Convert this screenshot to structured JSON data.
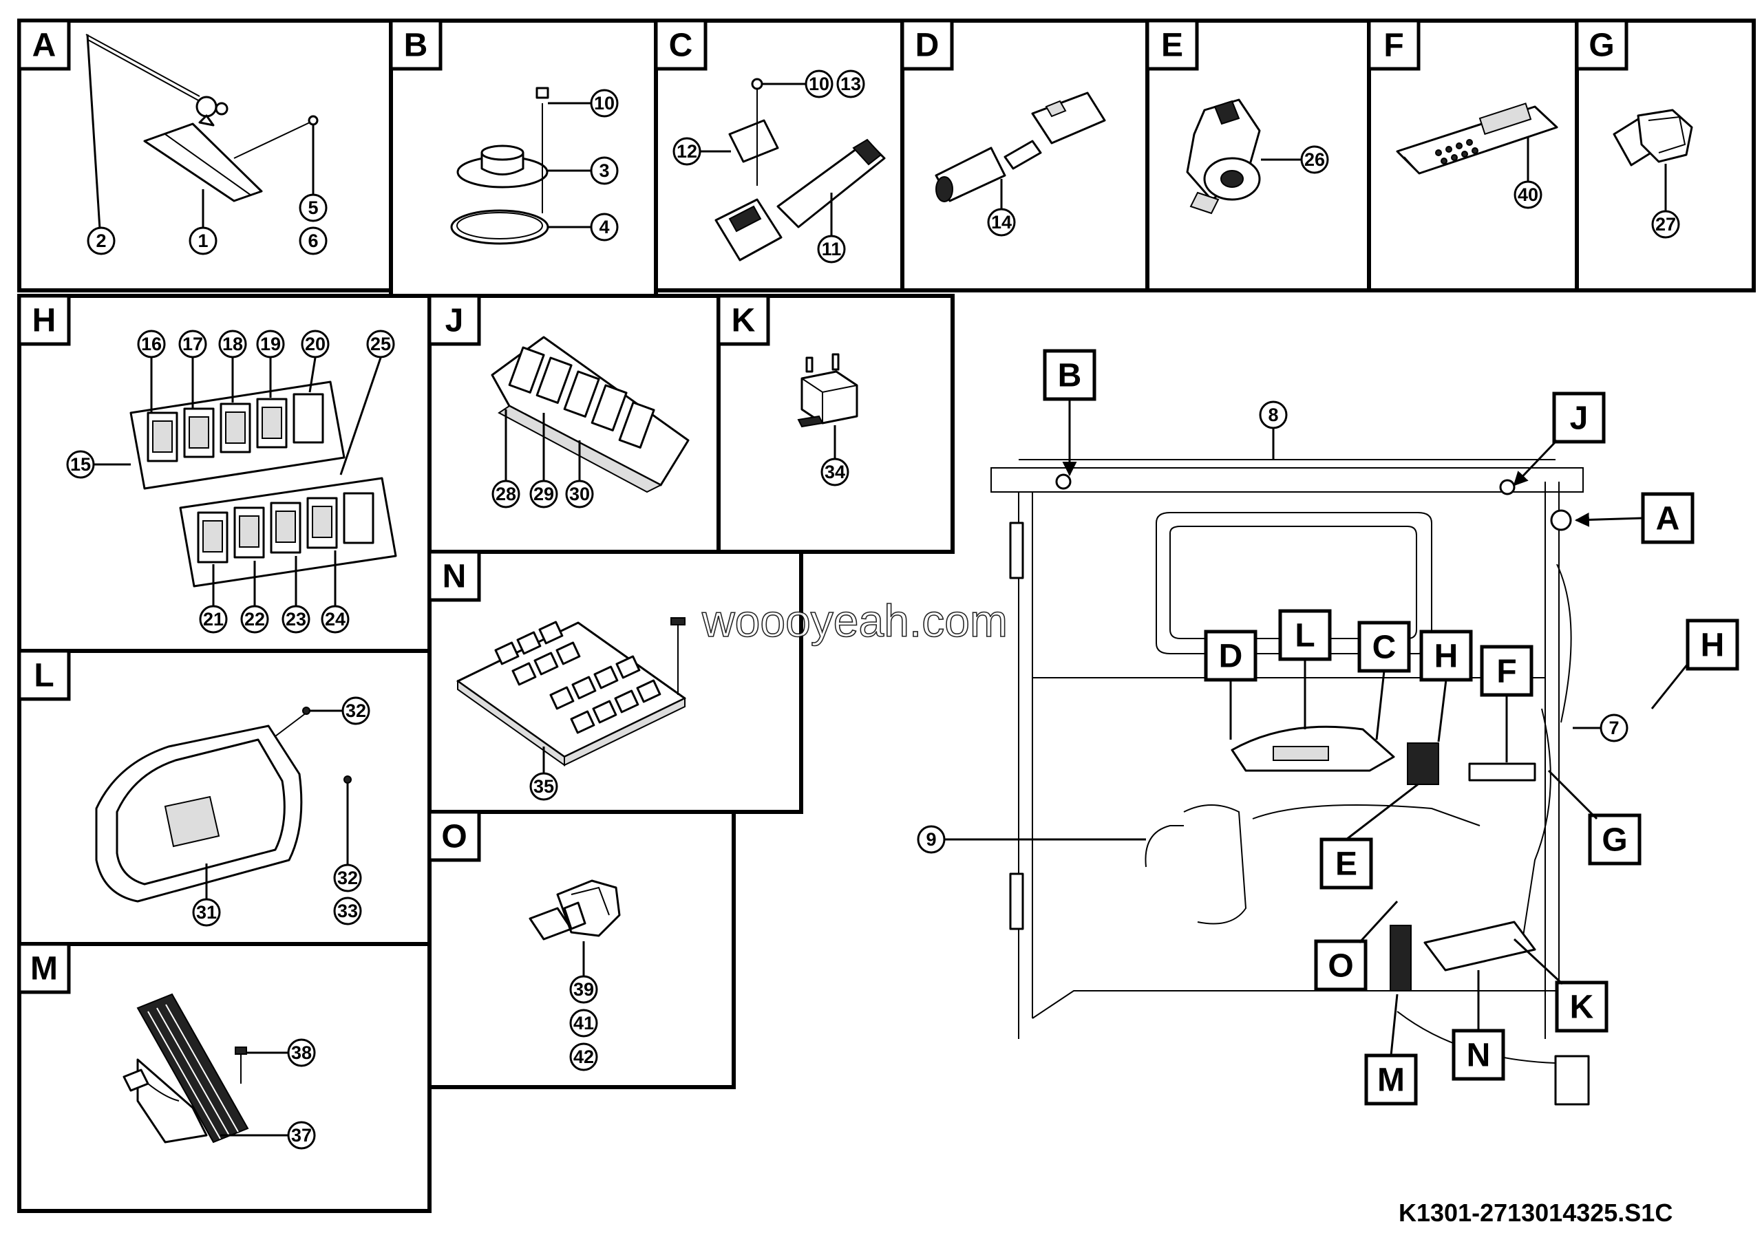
{
  "panels": [
    {
      "id": "A",
      "label": "A",
      "callouts": [
        "2",
        "1",
        "5",
        "6"
      ]
    },
    {
      "id": "B",
      "label": "B",
      "callouts": [
        "10",
        "3",
        "4"
      ]
    },
    {
      "id": "C",
      "label": "C",
      "callouts": [
        "10",
        "13",
        "12",
        "11"
      ]
    },
    {
      "id": "D",
      "label": "D",
      "callouts": [
        "14"
      ]
    },
    {
      "id": "E",
      "label": "E",
      "callouts": [
        "26"
      ]
    },
    {
      "id": "F",
      "label": "F",
      "callouts": [
        "40"
      ]
    },
    {
      "id": "G",
      "label": "G",
      "callouts": [
        "27"
      ]
    },
    {
      "id": "H",
      "label": "H",
      "callouts": [
        "16",
        "17",
        "18",
        "19",
        "20",
        "25",
        "15",
        "21",
        "22",
        "23",
        "24"
      ]
    },
    {
      "id": "J",
      "label": "J",
      "callouts": [
        "28",
        "29",
        "30"
      ]
    },
    {
      "id": "K",
      "label": "K",
      "callouts": [
        "34"
      ]
    },
    {
      "id": "N",
      "label": "N",
      "callouts": [
        "35"
      ]
    },
    {
      "id": "L",
      "label": "L",
      "callouts": [
        "32",
        "31",
        "32",
        "33"
      ]
    },
    {
      "id": "O",
      "label": "O",
      "callouts": [
        "39",
        "41",
        "42"
      ]
    },
    {
      "id": "M",
      "label": "M",
      "callouts": [
        "38",
        "37"
      ]
    }
  ],
  "overview": {
    "tags": [
      "B",
      "J",
      "A",
      "H",
      "D",
      "L",
      "C",
      "H",
      "F",
      "E",
      "G",
      "O",
      "K",
      "N",
      "M"
    ],
    "callouts": [
      "8",
      "7",
      "9"
    ]
  },
  "watermark": "woooyeah.com",
  "drawing_code": "K1301-2713014325.S1C"
}
